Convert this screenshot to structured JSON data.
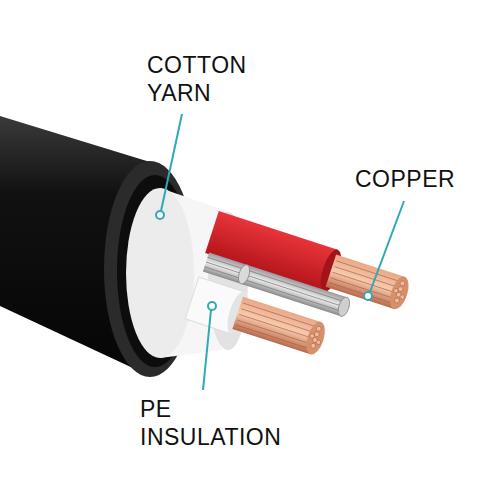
{
  "diagram": {
    "labels": [
      "COTTON YARN",
      "COPPER",
      "PE INSULATION"
    ]
  }
}
